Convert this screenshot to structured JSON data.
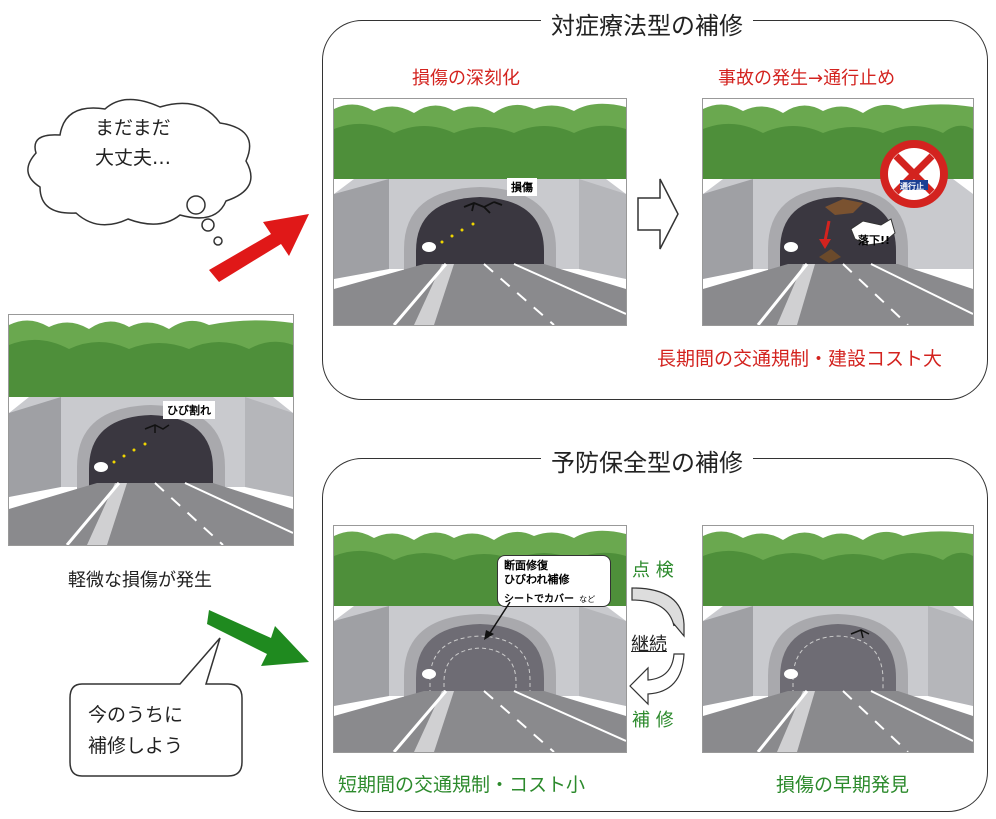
{
  "top_panel": {
    "title": "対症療法型の補修",
    "left_caption": "損傷の深刻化",
    "left_tag": "損傷",
    "right_caption": "事故の発生→通行止め",
    "sign_text": "通行止",
    "fall_text": "落下!!",
    "bottom_caption": "長期間の交通規制・建設コスト大"
  },
  "bottom_panel": {
    "title": "予防保全型の補修",
    "left_note_lines": [
      "断面修復",
      "ひびわれ補修",
      "シートでカバー"
    ],
    "left_note_suffix": "など",
    "left_caption": "短期間の交通規制・コスト小",
    "right_caption": "損傷の早期発見",
    "cycle_top": "点 検",
    "cycle_mid": "継続",
    "cycle_bottom": "補 修"
  },
  "left": {
    "tag": "ひび割れ",
    "caption": "軽微な損傷が発生"
  },
  "thought_bubble": {
    "line1": "まだまだ",
    "line2": "大丈夫…"
  },
  "speech_bubble": {
    "line1": "今のうちに",
    "line2": "補修しよう"
  },
  "colors": {
    "accent_red": "#d3231f",
    "accent_green": "#2c8a2c",
    "arrow_red": "#e01818",
    "arrow_green": "#1f8a1f"
  }
}
